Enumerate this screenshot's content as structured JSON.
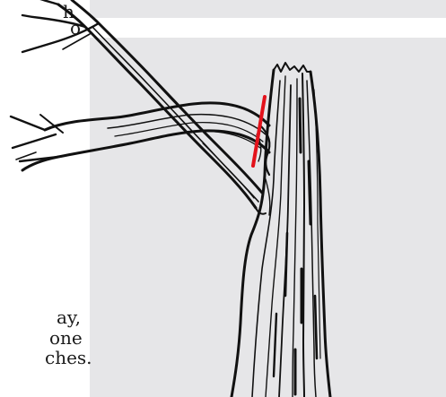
{
  "text_fragments": {
    "top_right_line1": "h",
    "top_right_line2": "o",
    "bottom_line1": "ay,",
    "bottom_line2": "one",
    "bottom_line3": "ches."
  },
  "illustration": {
    "subject": "tree trunk with a branch",
    "cut_line_color": "#e3121b",
    "ink_color": "#111111",
    "panel_color": "#e6e6e8"
  }
}
